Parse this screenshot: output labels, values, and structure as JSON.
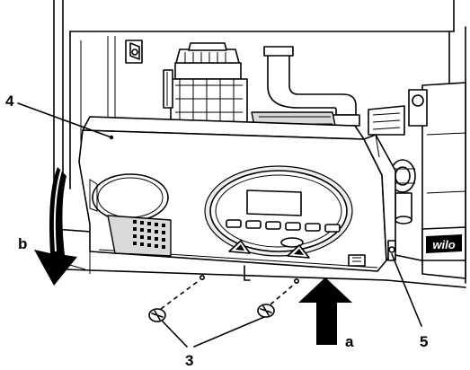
{
  "diagram": {
    "callouts": {
      "panel": "4",
      "screws": "3",
      "right_part": "5",
      "arrow_down": "b",
      "arrow_up": "a"
    },
    "badge_text": "wilo"
  }
}
